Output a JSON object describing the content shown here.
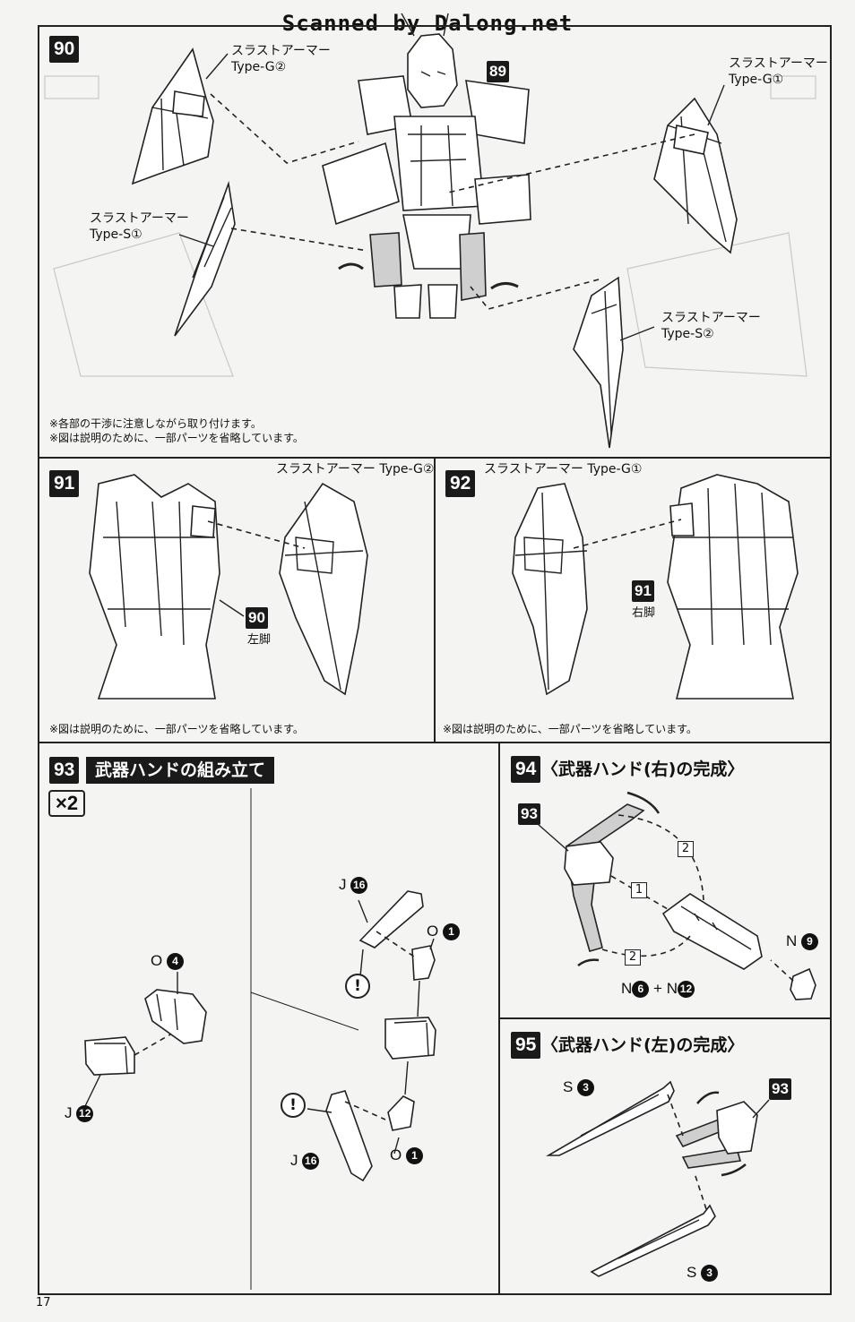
{
  "header": {
    "scan_credit": "Scanned by Dalong.net"
  },
  "step90": {
    "num": "90",
    "ref_num": "89",
    "label_g2": "スラストアーマー\nType-G②",
    "label_g1": "スラストアーマー\nType-G①",
    "label_s1": "スラストアーマー\nType-S①",
    "label_s2": "スラストアーマー\nType-S②",
    "note_line1": "※各部の干渉に注意しながら取り付けます。",
    "note_line2": "※図は説明のために、一部パーツを省略しています。"
  },
  "step91": {
    "num": "91",
    "label": "スラストアーマー Type-G②",
    "ref_num": "90",
    "ref_label": "左脚",
    "note": "※図は説明のために、一部パーツを省略しています。"
  },
  "step92": {
    "num": "92",
    "label": "スラストアーマー Type-G①",
    "ref_num": "91",
    "ref_label": "右脚",
    "note": "※図は説明のために、一部パーツを省略しています。"
  },
  "step93": {
    "num": "93",
    "title": "武器ハンドの組み立て",
    "qty": "×2",
    "parts": {
      "o4": {
        "letter": "O",
        "n": "4"
      },
      "j12": {
        "letter": "J",
        "n": "12"
      },
      "j16_top": {
        "letter": "J",
        "n": "16"
      },
      "o1_top": {
        "letter": "O",
        "n": "1"
      },
      "j16_bot": {
        "letter": "J",
        "n": "16"
      },
      "o1_bot": {
        "letter": "O",
        "n": "1"
      }
    },
    "warn": "!"
  },
  "step94": {
    "num": "94",
    "title": "〈武器ハンド(右)の完成〉",
    "ref_num": "93",
    "seq1": "1",
    "seq2a": "2",
    "seq2b": "2",
    "n9": {
      "letter": "N",
      "n": "9"
    },
    "n6": {
      "letter": "N",
      "n": "6"
    },
    "plus": "+",
    "n12": {
      "letter": "N",
      "n": "12"
    }
  },
  "step95": {
    "num": "95",
    "title": "〈武器ハンド(左)の完成〉",
    "ref_num": "93",
    "s3_top": {
      "letter": "S",
      "n": "3"
    },
    "s3_bot": {
      "letter": "S",
      "n": "3"
    }
  },
  "footer": {
    "page": "17"
  }
}
